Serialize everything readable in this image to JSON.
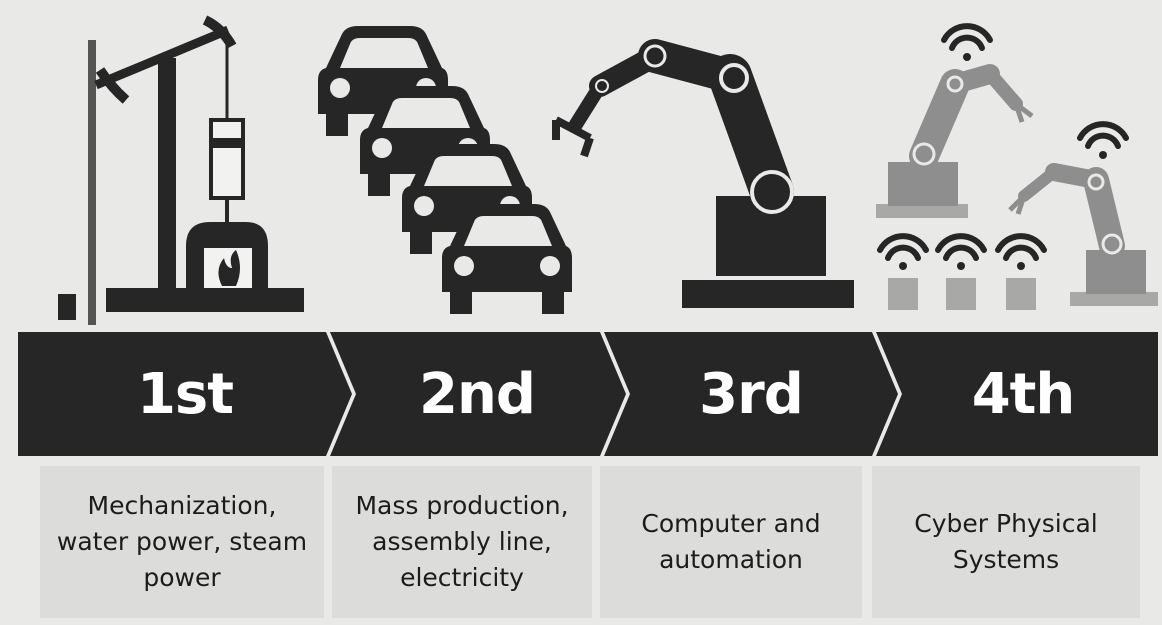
{
  "colors": {
    "dark": "#262626",
    "mid": "#8e8e8e",
    "light": "#a8a8a6",
    "text_on_band": "#ffffff"
  },
  "stages": [
    {
      "label": "1st",
      "description": "Mechanization,\nwater power, steam\npower",
      "icon": "steam-engine-icon"
    },
    {
      "label": "2nd",
      "description": "Mass production,\nassembly line,\nelectricity",
      "icon": "car-assembly-icon"
    },
    {
      "label": "3rd",
      "description": "Computer and\nautomation",
      "icon": "robotic-arm-icon"
    },
    {
      "label": "4th",
      "description": "Cyber Physical\nSystems",
      "icon": "connected-robots-icon"
    }
  ]
}
